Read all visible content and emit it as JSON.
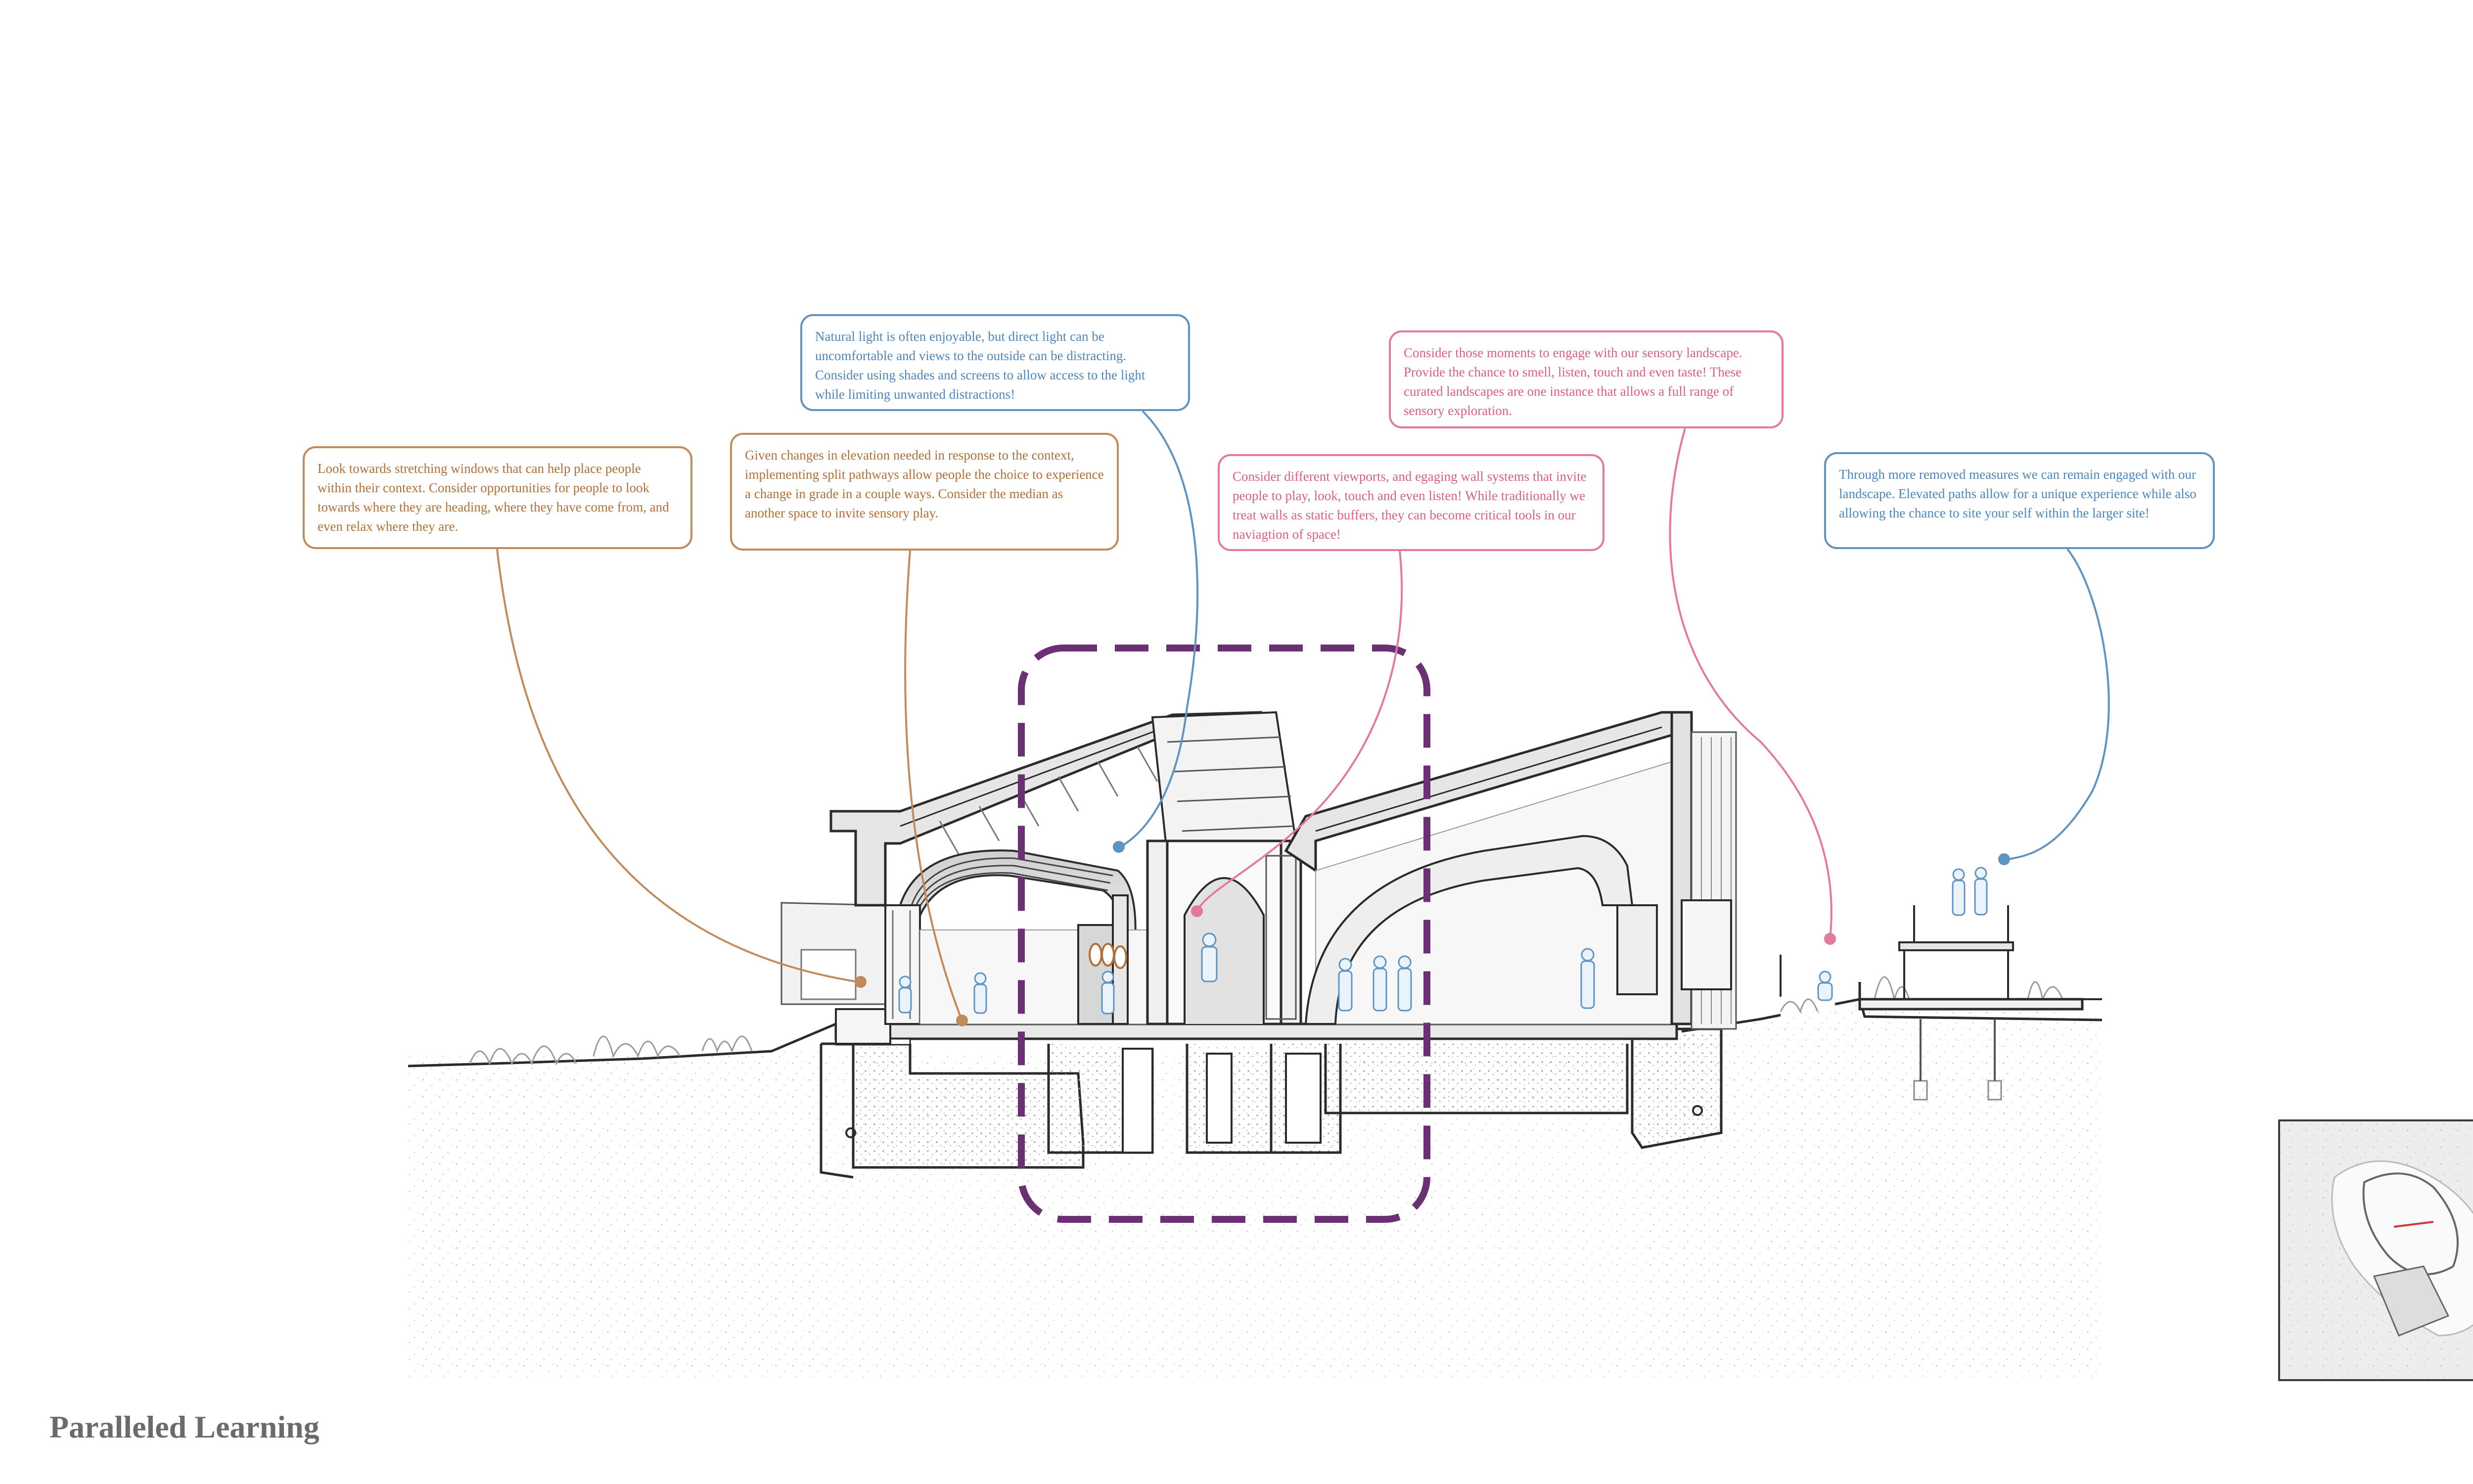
{
  "title": "Paralleled Learning",
  "colors": {
    "orange": "#c08a5a",
    "blue": "#5f93c2",
    "pink": "#e4799c",
    "highlight": "#6b2f73",
    "line": "#2b2b2b"
  },
  "callouts": [
    {
      "id": "windows",
      "color": "orange",
      "text": "Look towards stretching windows that can help place people within their context. Consider opportunities for people to look towards where they are heading, where they have come from, and even relax where they are."
    },
    {
      "id": "elevation",
      "color": "orange",
      "text": "Given changes in elevation needed in response to the context, implementing split pathways allow people the choice to experience a change in grade in a couple ways. Consider the median as another space to invite sensory play."
    },
    {
      "id": "natural-light",
      "color": "blue",
      "text": "Natural light is often enjoyable, but direct light can be uncomfortable and views to the outside can be distracting. Consider using shades and screens to allow access to the light while limiting unwanted distractions!"
    },
    {
      "id": "viewports",
      "color": "pink",
      "text": "Consider different viewports, and egaging wall systems that invite people to play, look, touch and even listen! While traditionally we treat walls as static buffers, they can become critical tools in our naviagtion of space!"
    },
    {
      "id": "sensory",
      "color": "pink",
      "text": "Consider those moments to engage with our sensory landscape. Provide the chance to smell, listen, touch and even taste! These curated landscapes are one instance that allows a full range of sensory exploration."
    },
    {
      "id": "elevated-paths",
      "color": "blue",
      "text": "Through more removed measures we can remain engaged with our landscape. Elevated paths allow for a unique experience while also allowing the chance to site your self within the larger site!"
    }
  ]
}
